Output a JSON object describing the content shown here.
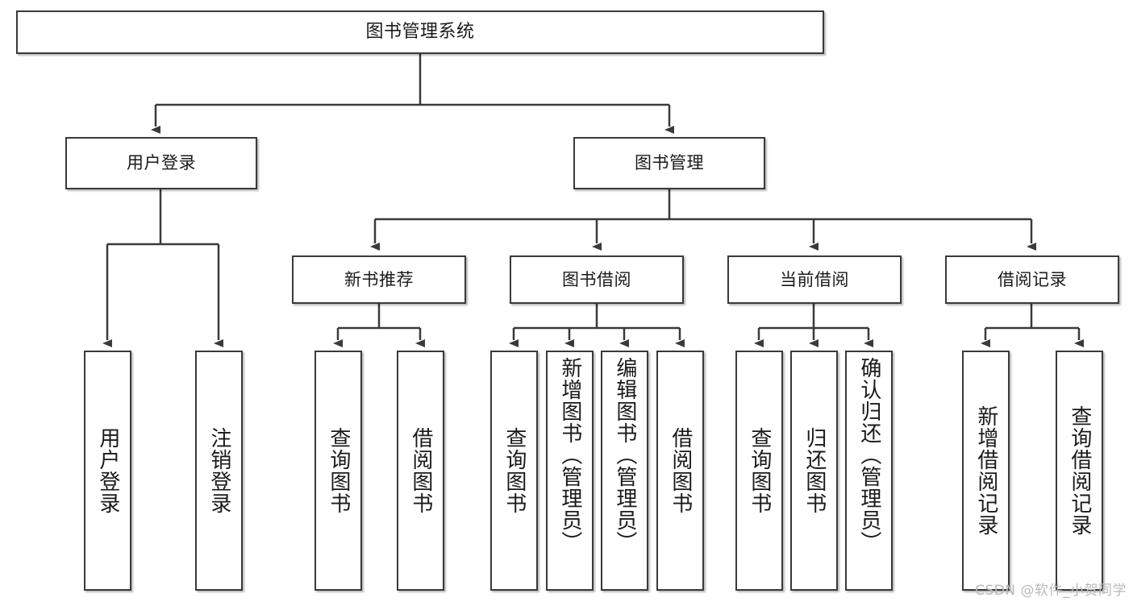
{
  "diagram": {
    "type": "tree",
    "title": "图书管理系统",
    "watermark": "CSDN @软件_小贺同学",
    "colors": {
      "background": "#ffffff",
      "border": "#3a3a3a",
      "text": "#1a1a1a",
      "edge": "#3a3a3a",
      "watermark": "#b9b9b9"
    },
    "nodes": {
      "root": {
        "label": "图书管理系统"
      },
      "level2": [
        {
          "label": "用户登录"
        },
        {
          "label": "图书管理"
        }
      ],
      "level3": [
        {
          "label": "新书推荐"
        },
        {
          "label": "图书借阅"
        },
        {
          "label": "当前借阅"
        },
        {
          "label": "借阅记录"
        }
      ],
      "leaves": [
        {
          "label": "用户登录",
          "parent": "用户登录"
        },
        {
          "label": "注销登录",
          "parent": "用户登录"
        },
        {
          "label": "查询图书",
          "parent": "新书推荐"
        },
        {
          "label": "借阅图书",
          "parent": "新书推荐"
        },
        {
          "label": "查询图书",
          "parent": "图书借阅"
        },
        {
          "label": "新增图书（管理员）",
          "parent": "图书借阅"
        },
        {
          "label": "编辑图书（管理员）",
          "parent": "图书借阅"
        },
        {
          "label": "借阅图书",
          "parent": "图书借阅"
        },
        {
          "label": "查询图书",
          "parent": "当前借阅"
        },
        {
          "label": "归还图书",
          "parent": "当前借阅"
        },
        {
          "label": "确认归还（管理员）",
          "parent": "当前借阅"
        },
        {
          "label": "新增借阅记录",
          "parent": "借阅记录"
        },
        {
          "label": "查询借阅记录",
          "parent": "借阅记录"
        }
      ]
    }
  }
}
